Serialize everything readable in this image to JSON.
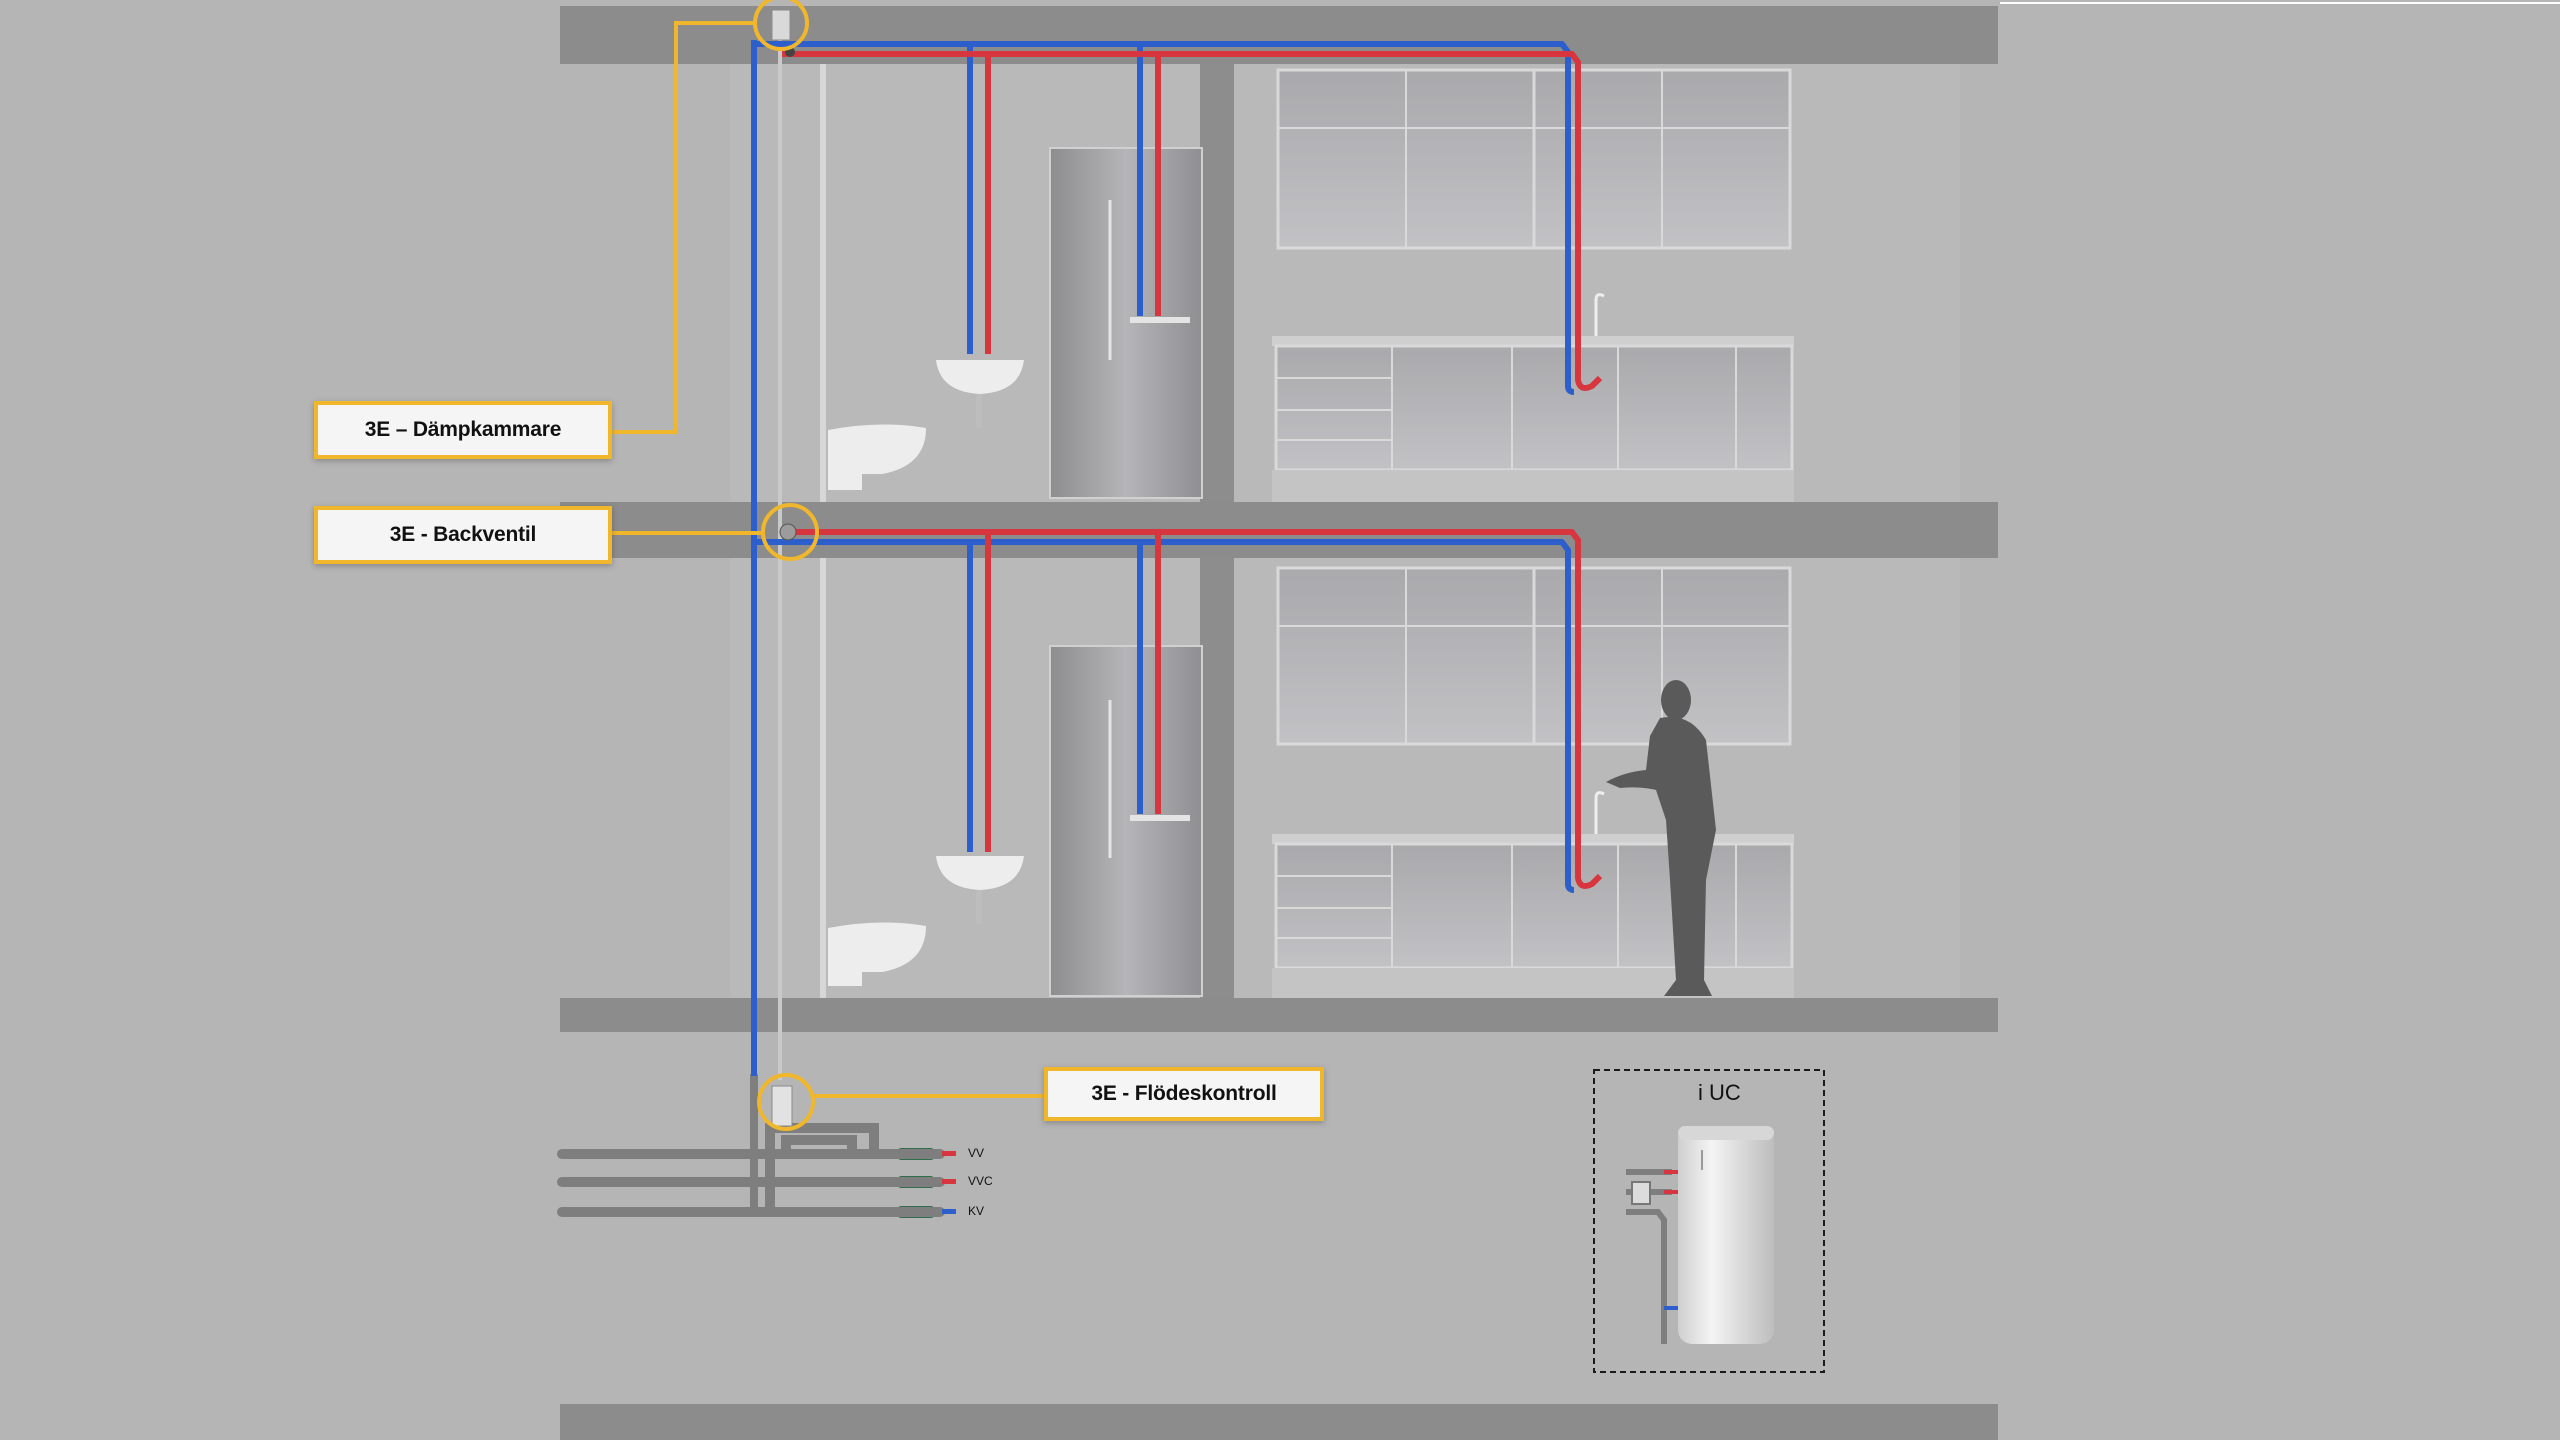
{
  "callouts": {
    "dampkammare": "3E – Dämpkammare",
    "backventil": "3E - Backventil",
    "flodeskontroll": "3E - Flödeskontroll"
  },
  "pipes": {
    "vv": "VV",
    "vvc": "VVC",
    "kv": "KV"
  },
  "inset": {
    "title": "i UC"
  },
  "colors": {
    "hot_pipe": "#d8363e",
    "cold_pipe": "#2d5fcc",
    "callout_border": "#f1b72c",
    "background": "#b5b5b5",
    "slab": "#8c8c8c"
  }
}
